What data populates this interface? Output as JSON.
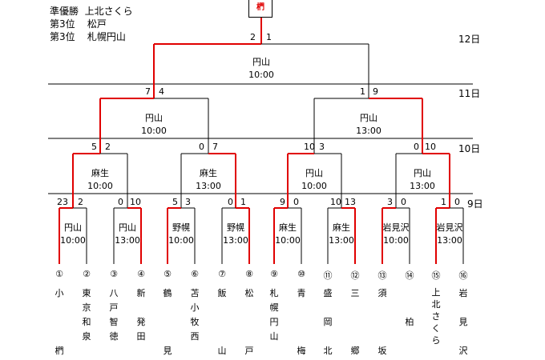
{
  "results": [
    {
      "label": "準優勝",
      "team": "上北さくら"
    },
    {
      "label": "第3位",
      "team": "松戸"
    },
    {
      "label": "第3位",
      "team": "札幌円山"
    }
  ],
  "champion": "椚",
  "colors": {
    "winner": "#e00000",
    "loser": "#000000"
  },
  "days": {
    "final": "12日",
    "semi": "11日",
    "quarter": "10日",
    "first": "9日"
  },
  "final": {
    "score_left": "2",
    "score_right": "1",
    "venue": "円山",
    "time": "10:00"
  },
  "semis": [
    {
      "score_left": "7",
      "score_right": "4",
      "venue": "円山",
      "time": "10:00"
    },
    {
      "score_left": "1",
      "score_right": "9",
      "venue": "円山",
      "time": "13:00"
    }
  ],
  "quarters": [
    {
      "score_left": "5",
      "score_right": "2",
      "venue": "麻生",
      "time": "10:00"
    },
    {
      "score_left": "0",
      "score_right": "7",
      "venue": "麻生",
      "time": "13:00"
    },
    {
      "score_left": "10",
      "score_right": "3",
      "venue": "円山",
      "time": "10:00"
    },
    {
      "score_left": "0",
      "score_right": "10",
      "venue": "円山",
      "time": "13:00"
    }
  ],
  "first_round": [
    {
      "score_left": "23",
      "score_right": "2",
      "venue": "円山",
      "time": "10:00"
    },
    {
      "score_left": "0",
      "score_right": "10",
      "venue": "円山",
      "time": "13:00"
    },
    {
      "score_left": "5",
      "score_right": "3",
      "venue": "野幌",
      "time": "10:00"
    },
    {
      "score_left": "0",
      "score_right": "1",
      "venue": "野幌",
      "time": "13:00"
    },
    {
      "score_left": "9",
      "score_right": "0",
      "venue": "麻生",
      "time": "10:00"
    },
    {
      "score_left": "10",
      "score_right": "13",
      "venue": "麻生",
      "time": "13:00"
    },
    {
      "score_left": "3",
      "score_right": "0",
      "venue": "岩見沢",
      "time": "10:00"
    },
    {
      "score_left": "1",
      "score_right": "0",
      "venue": "岩見沢",
      "time": "13:00"
    }
  ],
  "teams": [
    {
      "seed": "①",
      "name": "小\n\n\n\n椚"
    },
    {
      "seed": "②",
      "name": "東\n京\n和\n泉"
    },
    {
      "seed": "③",
      "name": "八\n戸\n智\n徳"
    },
    {
      "seed": "④",
      "name": "新\n\n発\n田"
    },
    {
      "seed": "⑤",
      "name": "鶴\n\n\n\n見"
    },
    {
      "seed": "⑥",
      "name": "苫\n小\n牧\n西"
    },
    {
      "seed": "⑦",
      "name": "飯\n\n\n\n山"
    },
    {
      "seed": "⑧",
      "name": "松\n\n\n\n戸"
    },
    {
      "seed": "⑨",
      "name": "札\n幌\n円\n山"
    },
    {
      "seed": "⑩",
      "name": "青\n\n\n\n梅"
    },
    {
      "seed": "⑪",
      "name": "盛\n\n岡\n\n北"
    },
    {
      "seed": "⑫",
      "name": "三\n\n\n\n郷"
    },
    {
      "seed": "⑬",
      "name": "須\n\n\n\n坂"
    },
    {
      "seed": "⑭",
      "name": "\n\n柏"
    },
    {
      "seed": "⑮",
      "name": "上\n北\nさ\nく\nら"
    },
    {
      "seed": "⑯",
      "name": "岩\n\n見\n\n沢"
    }
  ]
}
